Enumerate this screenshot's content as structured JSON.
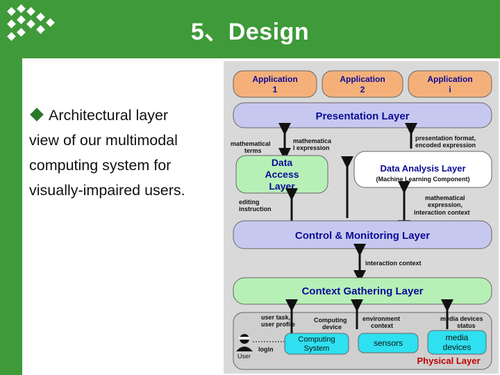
{
  "slide": {
    "title": "5、Design",
    "bullet": {
      "line1": "Architectural layer",
      "line2": "view of our multimodal",
      "line3": "computing system for",
      "line4": "visually-impaired users."
    }
  },
  "diagram": {
    "apps": [
      {
        "line1": "Application",
        "line2": "1"
      },
      {
        "line1": "Application",
        "line2": "2"
      },
      {
        "line1": "Application",
        "line2": "i"
      }
    ],
    "presentation_layer": "Presentation Layer",
    "data_access_layer": {
      "line1": "Data",
      "line2": "Access",
      "line3": "Layer"
    },
    "data_analysis_layer": {
      "title": "Data Analysis Layer",
      "subtitle": "(Machine Learning Component)"
    },
    "control_layer": "Control & Monitoring Layer",
    "context_layer": "Context Gathering Layer",
    "physical_layer": {
      "label": "Physical Layer",
      "user_label": "User",
      "login_label": "login",
      "computing_system": {
        "line1": "Computing",
        "line2": "System"
      },
      "sensors": "sensors",
      "media_devices": {
        "line1": "media",
        "line2": "devices"
      }
    },
    "edge_labels": {
      "math_terms": {
        "line1": "mathematical",
        "line2": "terms"
      },
      "math_expression": {
        "line1": "mathematica",
        "line2": "l expression"
      },
      "presentation_format": {
        "line1": "presentation format,",
        "line2": "encoded expression"
      },
      "editing_instruction": {
        "line1": "editing",
        "line2": "instruction"
      },
      "math_expr_interaction": {
        "line1": "mathematical",
        "line2": "expression,",
        "line3": "interaction context"
      },
      "interaction_context": "interaction context",
      "user_task": {
        "line1": "user task,",
        "line2": "user profile"
      },
      "computing_device": {
        "line1": "Computing",
        "line2": "device"
      },
      "environment_context": {
        "line1": "environment",
        "line2": "context"
      },
      "media_status": {
        "line1": "media devices",
        "line2": "status"
      }
    },
    "colors": {
      "app_box": "#f5b07a",
      "layer_box": "#c7c8f0",
      "layer_text": "#0b0b96",
      "green_box": "#b7f0b7",
      "physical_bg": "#cfcfcf",
      "physical_label": "#c00000",
      "panel_bg": "#d9d9d9",
      "cyan_box": "#2ee0f0"
    }
  }
}
